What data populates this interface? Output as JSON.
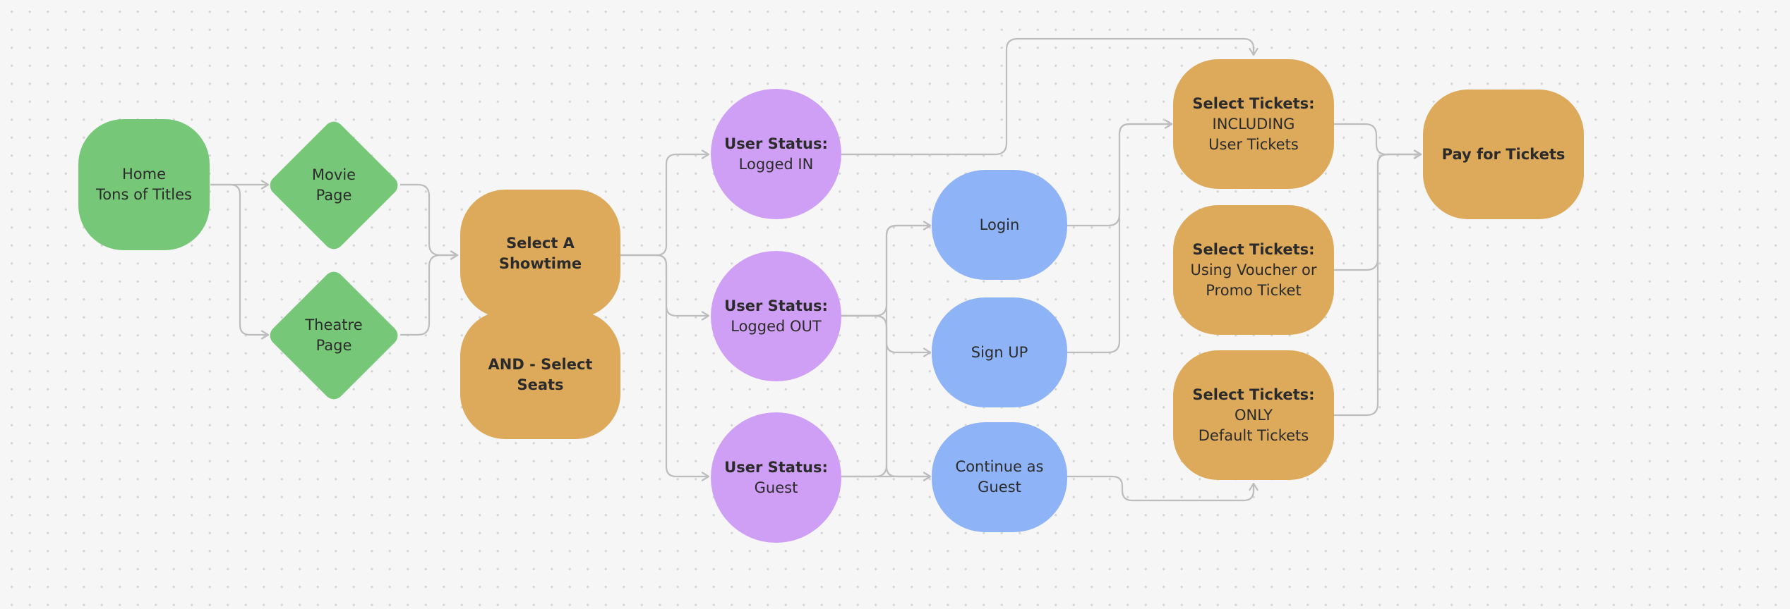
{
  "colors": {
    "green": "#76c878",
    "orange": "#ddaa5c",
    "purple": "#cf9ff5",
    "blue": "#8fb3f7",
    "edge": "#bdbdbd"
  },
  "nodes": {
    "home": {
      "l1": "Home",
      "l2": "Tons of Titles"
    },
    "movie_page": {
      "l1": "Movie",
      "l2": "Page"
    },
    "theatre_page": {
      "l1": "Theatre",
      "l2": "Page"
    },
    "select_showtime": {
      "l1": "Select A",
      "l2": "Showtime"
    },
    "select_seats": {
      "l1": "AND - Select",
      "l2": "Seats"
    },
    "status_logged_in": {
      "l1": "User Status:",
      "l2": "Logged IN"
    },
    "status_logged_out": {
      "l1": "User Status:",
      "l2": "Logged OUT"
    },
    "status_guest": {
      "l1": "User Status:",
      "l2": "Guest"
    },
    "login": {
      "l1": "Login"
    },
    "sign_up": {
      "l1": "Sign UP"
    },
    "continue_guest": {
      "l1": "Continue as",
      "l2": "Guest"
    },
    "tickets_user": {
      "l1": "Select Tickets:",
      "l2": "INCLUDING",
      "l3": "User Tickets"
    },
    "tickets_voucher": {
      "l1": "Select Tickets:",
      "l2": "Using Voucher or",
      "l3": "Promo Ticket"
    },
    "tickets_default": {
      "l1": "Select Tickets:",
      "l2": "ONLY",
      "l3": "Default Tickets"
    },
    "pay": {
      "l1": "Pay for Tickets"
    }
  }
}
